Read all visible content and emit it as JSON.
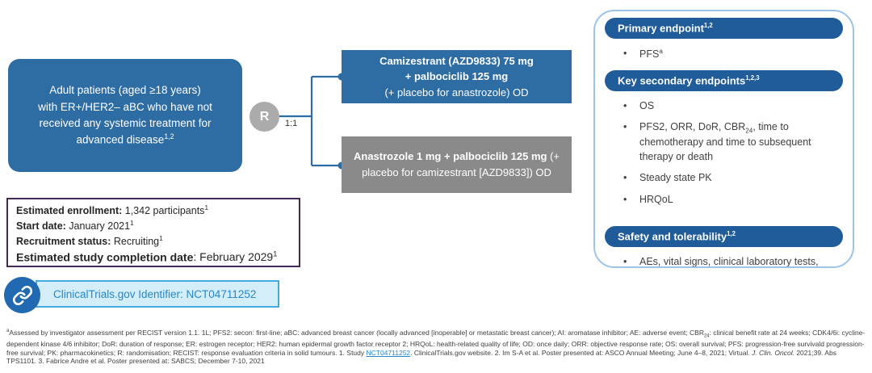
{
  "colors": {
    "primary_blue": "#2E6DA4",
    "header_pill_blue": "#1F5C99",
    "arm_gray": "#8A8A8A",
    "r_circle_gray": "#ABABAB",
    "panel_border_blue": "#9DC3E6",
    "enrollment_border_purple": "#432A56",
    "nct_box_bg": "#D3EDF9",
    "nct_box_border": "#44AADF",
    "nct_text_blue": "#2787CB",
    "link_icon_bg": "#2169B0",
    "footnote_gray": "#3F3F3F"
  },
  "population_box": {
    "text_html": "Adult patients (aged ≥18 years)<br>with ER+/HER2– aBC who have not received any systemic treatment for advanced disease<sup>1,2</sup>"
  },
  "randomization": {
    "label": "R",
    "ratio": "1:1"
  },
  "arms": {
    "camizestrant": {
      "line1": "Camizestrant (AZD9833) 75 mg",
      "line2": "+ palbociclib 125 mg",
      "line3": "(+ placebo for anastrozole) OD"
    },
    "anastrozole": {
      "bold_part": "Anastrozole 1 mg + palbociclib 125 mg",
      "regular_part": " (+ placebo for camizestrant [AZD9833]) OD"
    }
  },
  "endpoints_panel": {
    "sections": [
      {
        "header_html": "Primary endpoint<sup>1,2</sup>",
        "bullets_html": [
          "PFS<sup>a</sup>"
        ]
      },
      {
        "header_html": "Key secondary endpoints<sup>1,2,3</sup>",
        "bullets_html": [
          "OS",
          "PFS2, ORR, DoR, CBR<sub>24</sub>, time to chemotherapy and time to subsequent therapy or death",
          "Steady state PK",
          "HRQoL"
        ]
      },
      {
        "header_html": "Safety and tolerability<sup>1,2</sup>",
        "bullets_html": [
          "AEs, vital signs, clinical laboratory tests, electrocardiogram and echocardiogram assessments"
        ]
      }
    ]
  },
  "enrollment_box": {
    "lines": [
      {
        "label": "Estimated enrollment:",
        "value_html": " 1,342 participants<sup>1</sup>"
      },
      {
        "label": "Start date:",
        "value_html": " January 2021<sup>1</sup>"
      },
      {
        "label": "Recruitment status:",
        "value_html": " Recruiting<sup>1</sup>"
      },
      {
        "label": "Estimated study completion date",
        "value_html": ": February 2029<sup>1</sup>"
      }
    ]
  },
  "nct": {
    "identifier_text": "ClinicalTrials.gov Identifier: NCT04711252"
  },
  "footnote": {
    "part1_html": "<sup>a</sup>Assessed by investigator assessment per RECIST version 1.1. 1L; PFS2: secon: first-line; aBC: advanced breast cancer (locally advanced [inoperable] or metastatic breast cancer); AI: aromatase inhibitor; AE: adverse event; CBR<sub>24</sub>: clinical benefit rate at 24 weeks; CDK4/6i: cycline-dependent kinase 4/6 inhibitor; DoR: duration of response; ER: estrogen receptor; HER2: human epidermal growth factor receptor 2; HRQoL: health-related quality of life; OD: once daily; ORR: objective response rate; OS: overall survival; PFS: progression-free survivald progression-free survival; PK: pharmacokinetics; R: randomisation; RECIST: response evaluation criteria in solid tumours. 1. Study ",
    "link_text": "NCT04711252",
    "part2_html": ". ClinicalTrials.gov website. 2. Im S-A et al. Poster presented at: ASCO Annual Meeting; June 4–8, 2021; Virtual. <i>J. Clin. Oncol.</i> 2021;39. Abs TPS1101. 3. Fabrice Andre et al. Poster presented at: SABCS; December 7-10, 2021"
  }
}
